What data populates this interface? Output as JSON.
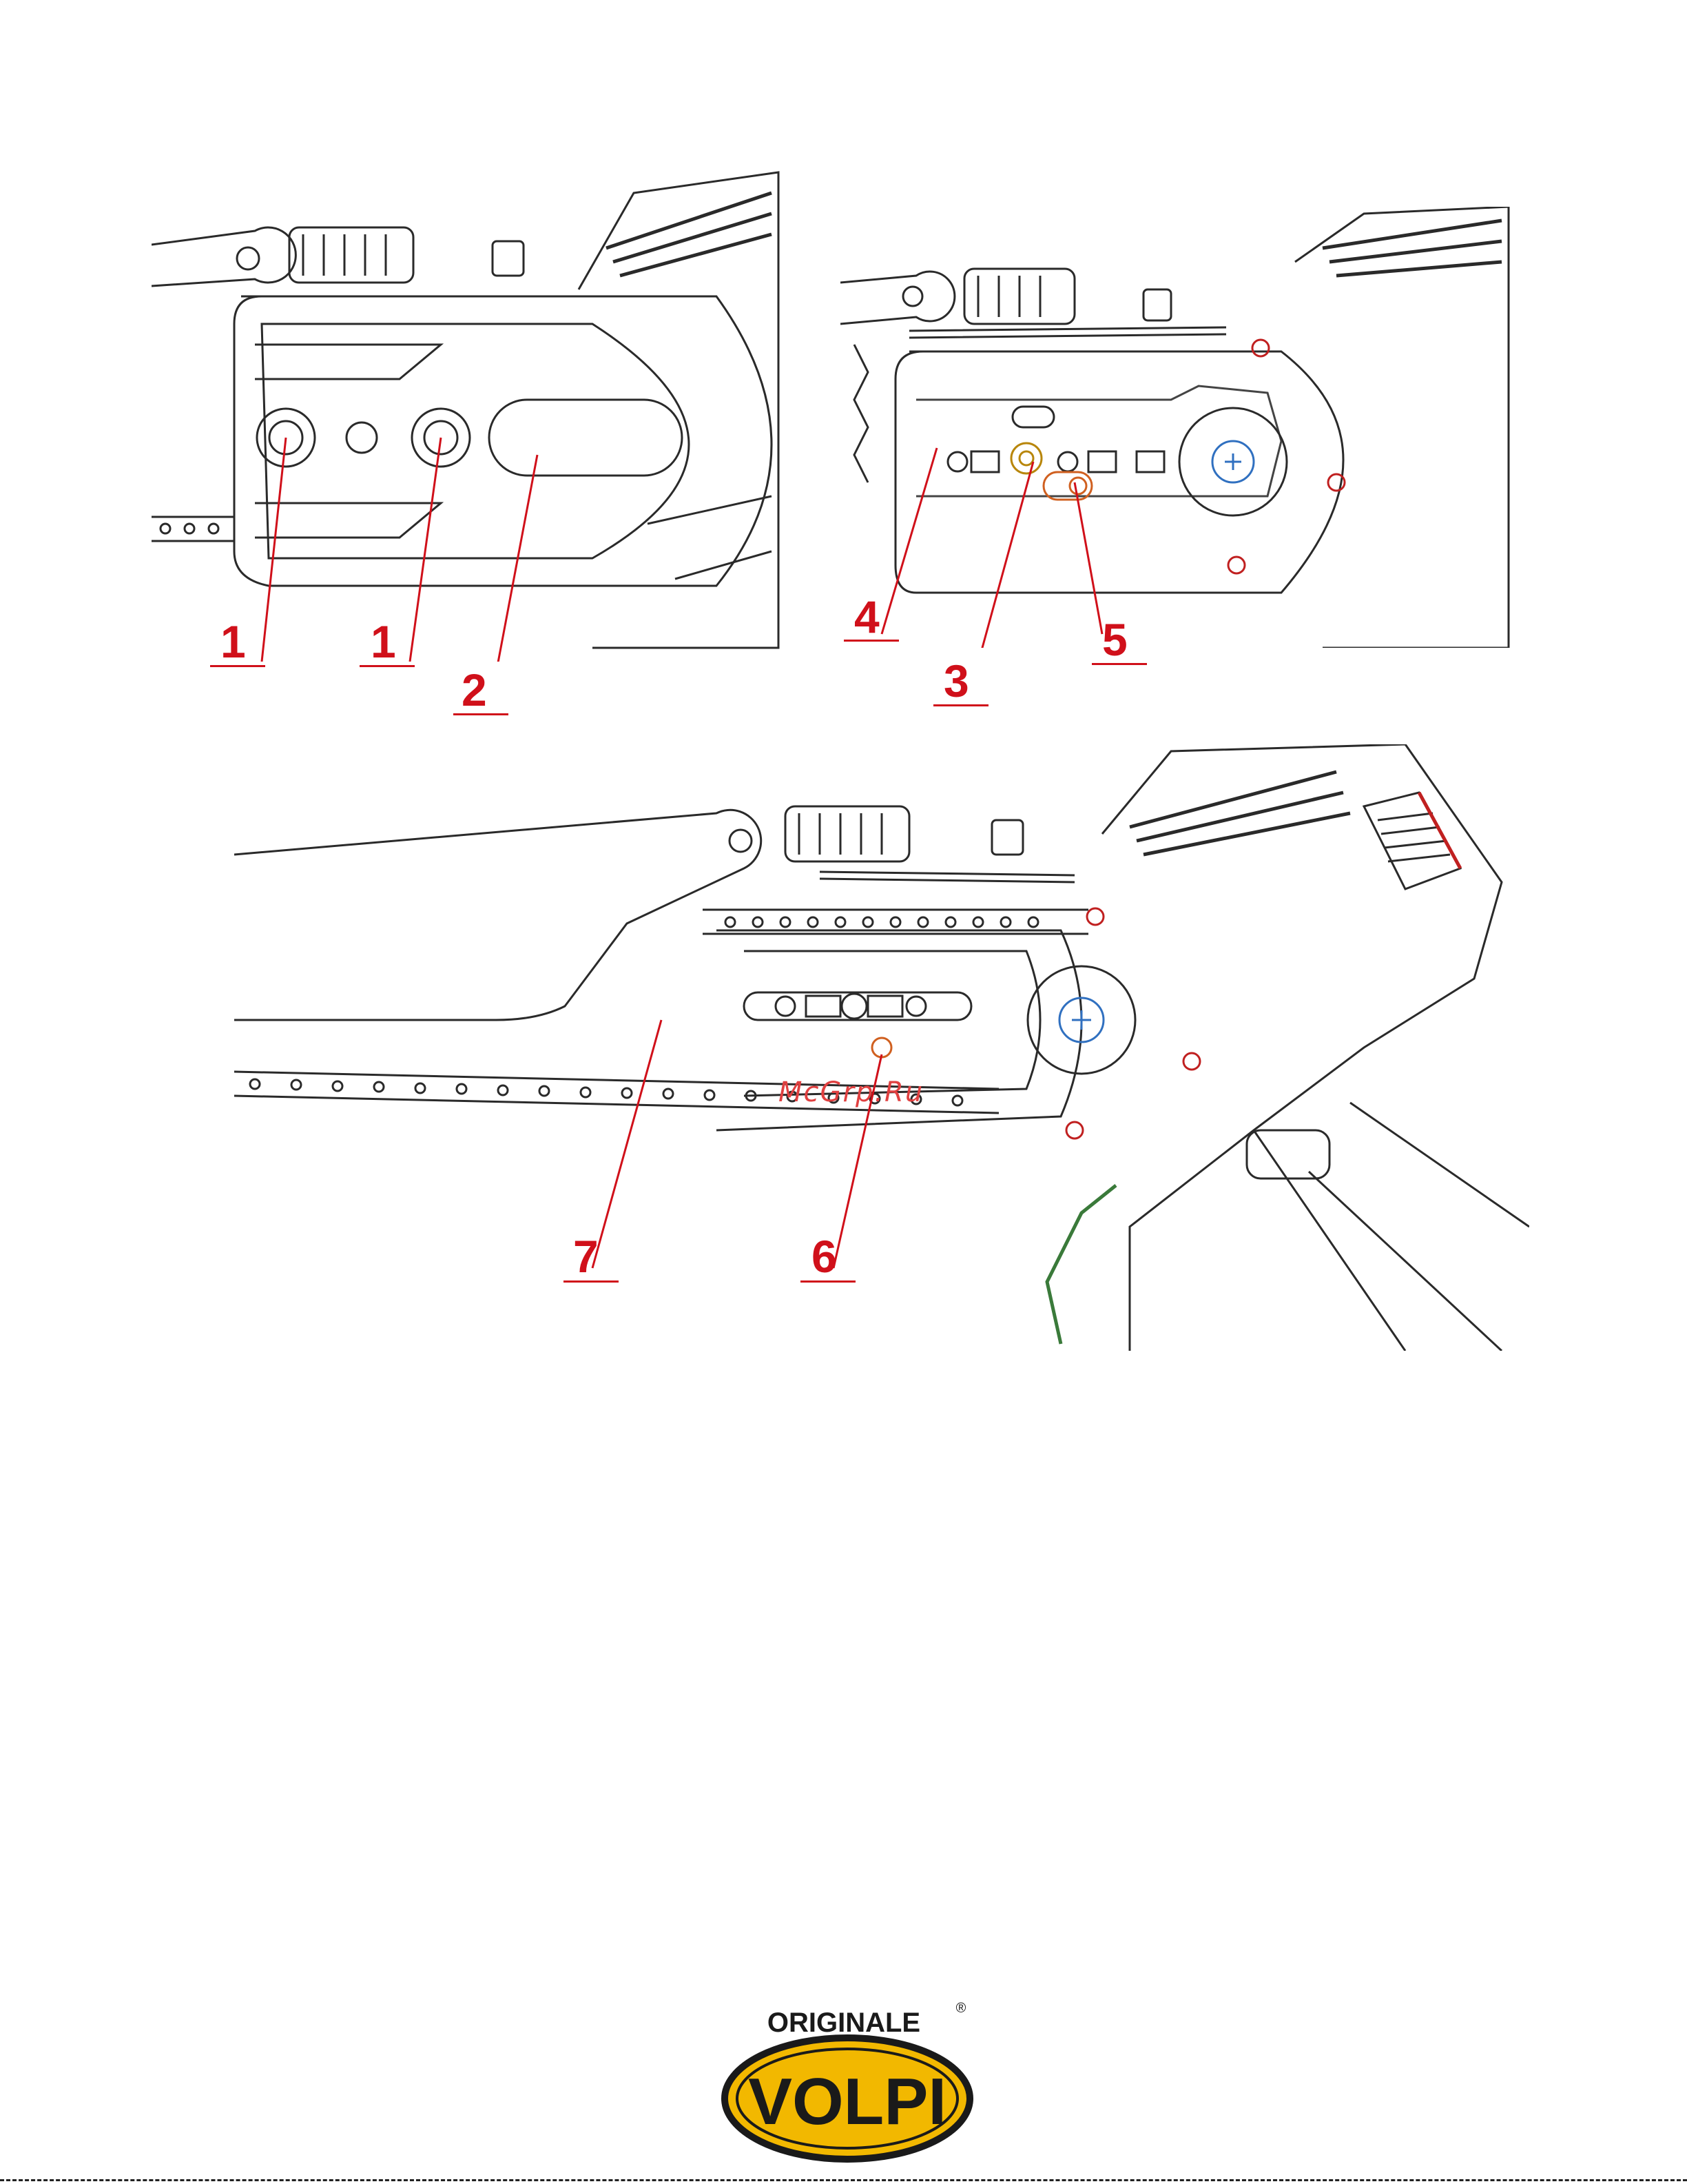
{
  "figures": {
    "fig_a": {
      "labels": [
        "1",
        "1",
        "2"
      ]
    },
    "fig_b": {
      "labels": [
        "4",
        "3",
        "5"
      ]
    },
    "fig_c": {
      "labels": [
        "7",
        "6"
      ]
    }
  },
  "watermark": "McGrp.Ru",
  "logo": {
    "top_text": "ORIGINALE",
    "brand": "VOLPI",
    "registered": "®"
  },
  "colors": {
    "line": "#2a2a2a",
    "callout": "#d0101a",
    "logo_yellow": "#f2b800",
    "logo_dark": "#1a1a1a"
  }
}
